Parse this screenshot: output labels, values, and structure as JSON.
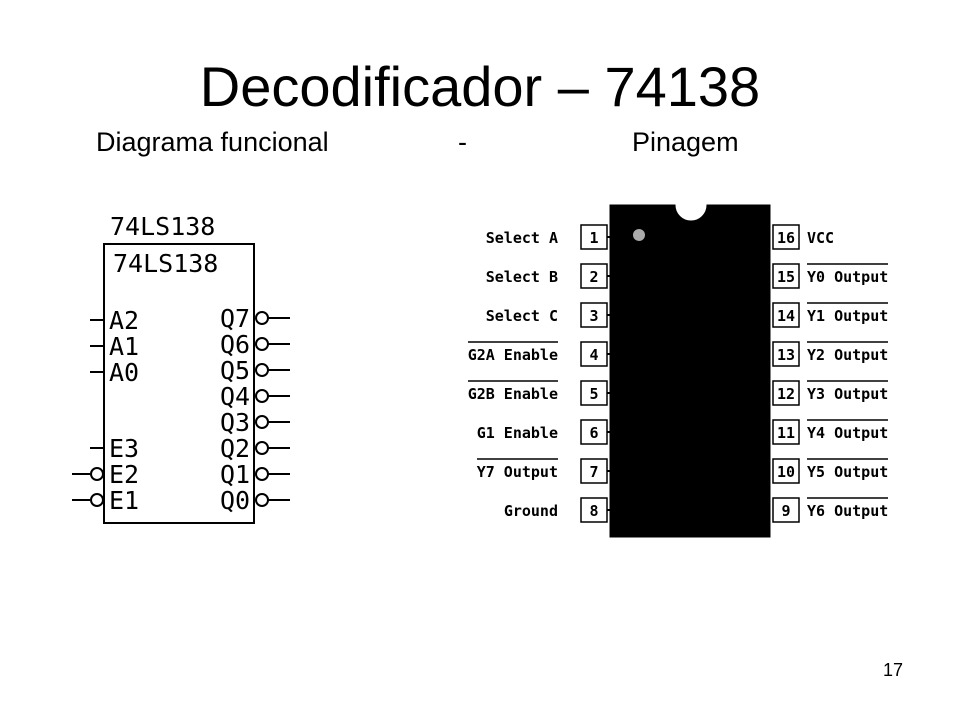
{
  "slide": {
    "title": "Decodificador – 74138",
    "subtitle_left": "Diagrama funcional",
    "subtitle_sep": "-",
    "subtitle_right": "Pinagem",
    "page_number": "17"
  },
  "functional": {
    "outer_label": "74LS138",
    "inner_label": "74LS138",
    "inputs": [
      "A2",
      "A1",
      "A0",
      "E3",
      "E2",
      "E1"
    ],
    "outputs": [
      "Q7",
      "Q6",
      "Q5",
      "Q4",
      "Q3",
      "Q2",
      "Q1",
      "Q0"
    ],
    "inverted_inputs": [
      "E2",
      "E1"
    ]
  },
  "pinout": {
    "left_pins": [
      {
        "num": "1",
        "label": "Select A"
      },
      {
        "num": "2",
        "label": "Select B"
      },
      {
        "num": "3",
        "label": "Select C"
      },
      {
        "num": "4",
        "label": "G2A Enable",
        "overline": "G2A"
      },
      {
        "num": "5",
        "label": "G2B Enable",
        "overline": "G2B"
      },
      {
        "num": "6",
        "label": "G1 Enable"
      },
      {
        "num": "7",
        "label": "Y7 Output",
        "overline": "Y7"
      },
      {
        "num": "8",
        "label": "Ground"
      }
    ],
    "right_pins": [
      {
        "num": "16",
        "label": "VCC"
      },
      {
        "num": "15",
        "label": "Y0 Output",
        "overline": "Y0"
      },
      {
        "num": "14",
        "label": "Y1 Output",
        "overline": "Y1"
      },
      {
        "num": "13",
        "label": "Y2 Output",
        "overline": "Y2"
      },
      {
        "num": "12",
        "label": "Y3 Output",
        "overline": "Y3"
      },
      {
        "num": "11",
        "label": "Y4 Output",
        "overline": "Y4"
      },
      {
        "num": "10",
        "label": "Y5 Output",
        "overline": "Y5"
      },
      {
        "num": "9",
        "label": "Y6 Output",
        "overline": "Y6"
      }
    ]
  }
}
